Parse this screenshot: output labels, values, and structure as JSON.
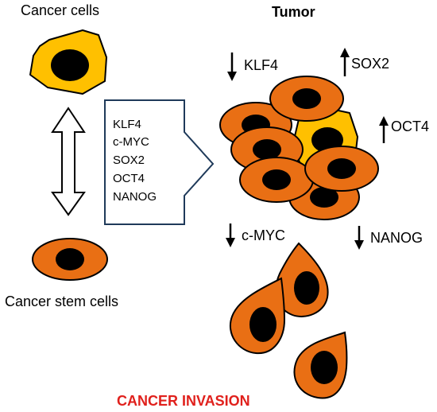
{
  "labels": {
    "cancer_cells": "Cancer cells",
    "tumor": "Tumor",
    "cancer_stem_cells": "Cancer stem cells",
    "cancer_invasion": "CANCER INVASION"
  },
  "factors": [
    "KLF4",
    "c-MYC",
    "SOX2",
    "OCT4",
    "NANOG"
  ],
  "regulation": {
    "klf4": "KLF4",
    "sox2": "SOX2",
    "oct4": "OCT4",
    "cmyc": "c-MYC",
    "nanog": "NANOG"
  },
  "colors": {
    "cell_orange": "#e96f14",
    "cell_yellow": "#ffc000",
    "nucleus": "#000000",
    "outline": "#000000",
    "invasion_text": "#e0201c"
  }
}
